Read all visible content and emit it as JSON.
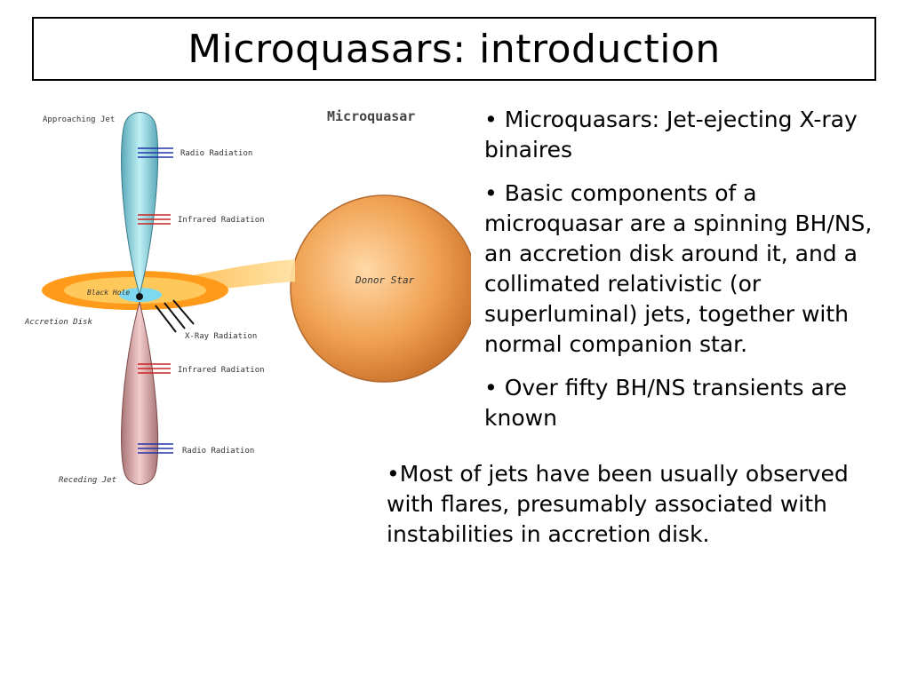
{
  "slide": {
    "title": "Microquasars: introduction",
    "bullets": [
      "• Microquasars: Jet-ejecting X-ray binaires",
      "• Basic components of a microquasar are a spinning BH/NS, an accretion disk around it, and a collimated relativistic (or superluminal) jets, together with normal companion star.",
      "• Over fifty BH/NS transients are known"
    ],
    "note": "•Most of jets have been usually observed with flares, presumably associated with instabilities in accretion disk."
  },
  "diagram": {
    "heading": "Microquasar",
    "labels": {
      "approaching_jet": "Approaching Jet",
      "radio_top": "Radio Radiation",
      "infrared_top": "Infrared Radiation",
      "black_hole": "Black Hole",
      "accretion_disk": "Accretion Disk",
      "xray": "X-Ray Radiation",
      "infrared_bottom": "Infrared Radiation",
      "radio_bottom": "Radio Radiation",
      "receding_jet": "Receding Jet",
      "donor_star": "Donor Star"
    },
    "colors": {
      "approaching_jet": "#8fd3e0",
      "receding_jet": "#d8a6a6",
      "disk": "#ff9a1a",
      "star": "#f0a050",
      "radio_lines": "#2233aa",
      "infrared_lines": "#cc2222"
    }
  }
}
